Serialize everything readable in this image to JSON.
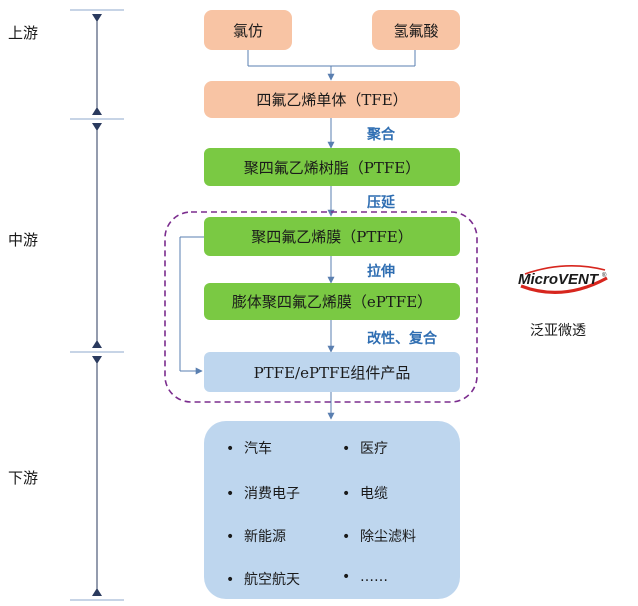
{
  "stages": {
    "upstream": "上游",
    "midstream": "中游",
    "downstream": "下游"
  },
  "nodes": {
    "chloroform": "氯仿",
    "hydrofluoric_acid": "氢氟酸",
    "tfe": "四氟乙烯单体（TFE）",
    "ptfe_resin": "聚四氟乙烯树脂（PTFE）",
    "ptfe_film": "聚四氟乙烯膜（PTFE）",
    "eptfe_film": "膨体聚四氟乙烯膜（ePTFE）",
    "components": "PTFE/ePTFE组件产品"
  },
  "processes": {
    "polymerize": "聚合",
    "press_extend": "压延",
    "stretch": "拉伸",
    "modify_compound": "改性、复合"
  },
  "applications": [
    "汽车",
    "医疗",
    "消费电子",
    "电缆",
    "新能源",
    "除尘滤料",
    "航空航天",
    "……"
  ],
  "brand": {
    "logo_text_a": "Micro",
    "logo_text_b": "VENT",
    "logo_mark": "®",
    "name_cn": "泛亚微透"
  },
  "colors": {
    "upstream_box": "#f8c4a4",
    "midstream_box": "#7ac943",
    "downstream_box": "#bed6ee",
    "process_text": "#2f6eb2",
    "dashed_frame": "#7b2d8e",
    "logo_red": "#d7261e"
  }
}
